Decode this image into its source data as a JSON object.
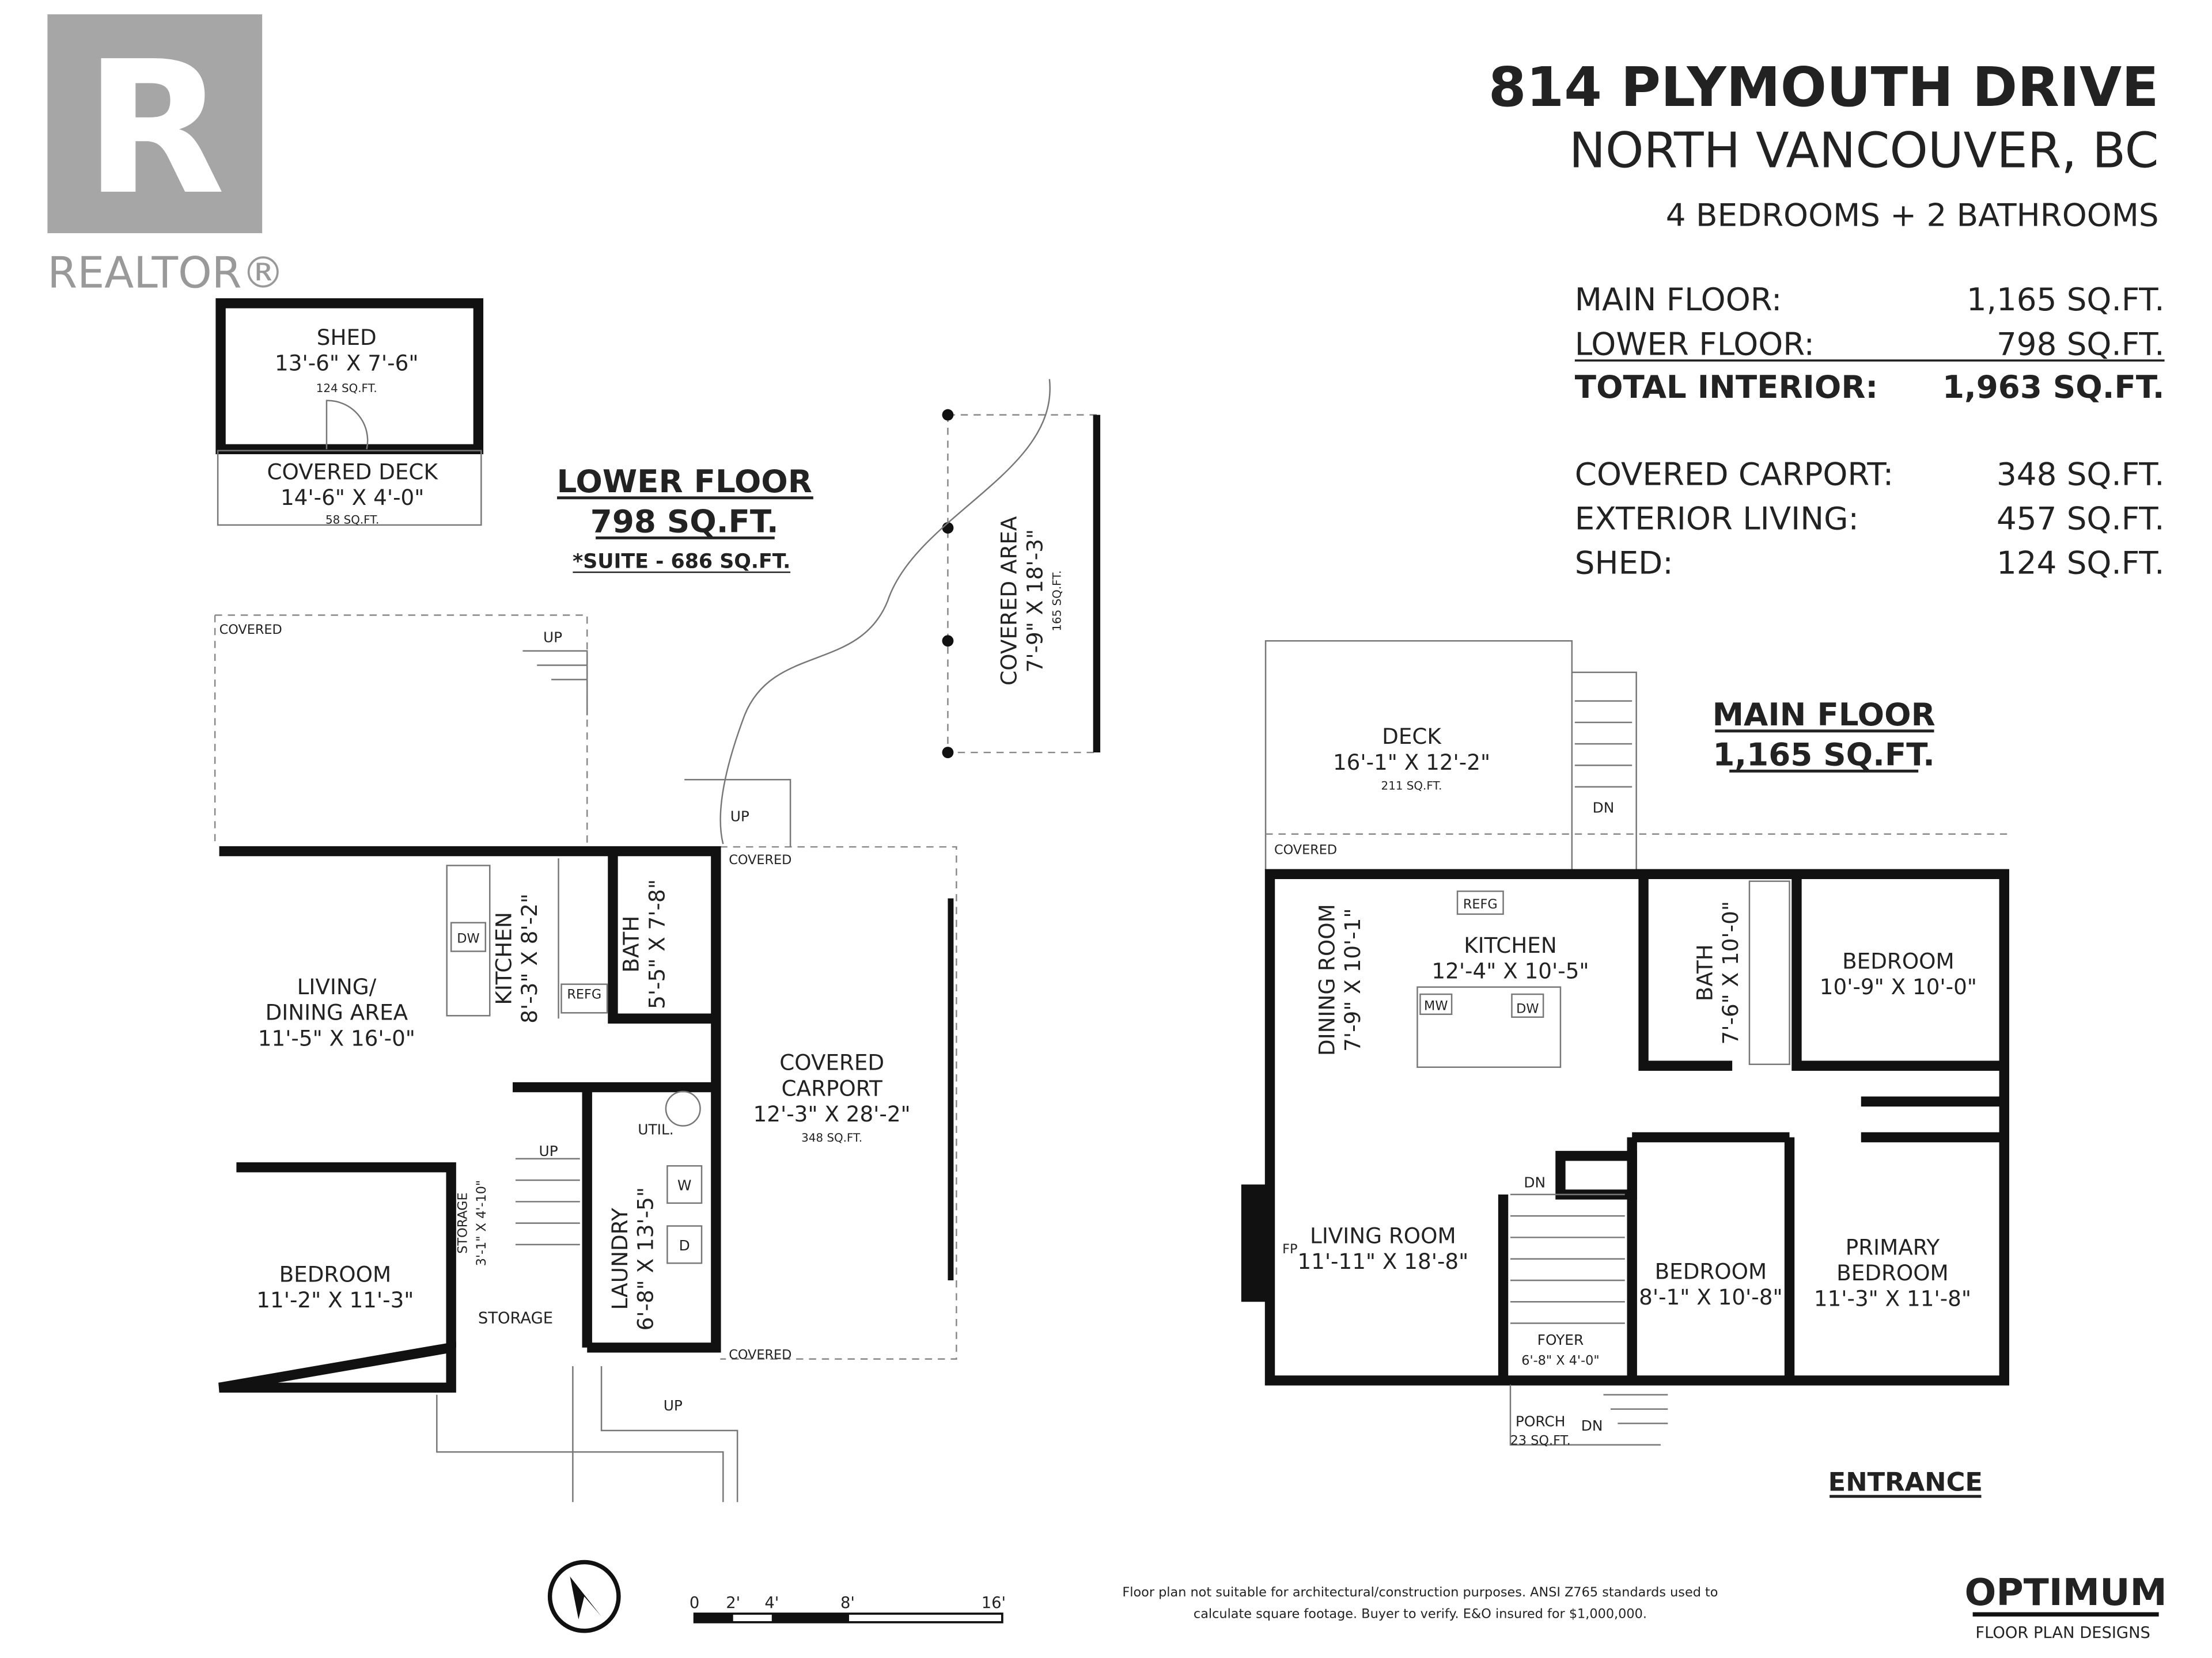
{
  "logo": {
    "brand": "REALTOR®",
    "letter": "R",
    "color": "#a6a6a6"
  },
  "header": {
    "address": "814 PLYMOUTH DRIVE",
    "city": "NORTH VANCOUVER, BC",
    "rooms": "4 BEDROOMS + 2 BATHROOMS"
  },
  "areas": [
    {
      "label": "MAIN FLOOR:",
      "value": "1,165 SQ.FT."
    },
    {
      "label": "LOWER FLOOR:",
      "value": "798 SQ.FT."
    },
    {
      "label": "TOTAL INTERIOR:",
      "value": "1,963 SQ.FT."
    },
    {
      "label": "COVERED CARPORT:",
      "value": "348 SQ.FT."
    },
    {
      "label": "EXTERIOR LIVING:",
      "value": "457 SQ.FT."
    },
    {
      "label": "SHED:",
      "value": "124 SQ.FT."
    }
  ],
  "shed": {
    "name": "SHED",
    "dims": "13'-6\" X 7'-6\"",
    "area": "124 SQ.FT.",
    "deck": "COVERED DECK",
    "deck_dims": "14'-6\" X 4'-0\"",
    "deck_area": "58 SQ.FT."
  },
  "lower": {
    "title": "LOWER FLOOR",
    "sqft": "798 SQ.FT.",
    "suite": "*SUITE - 686 SQ.FT.",
    "covered": "COVERED",
    "up": "UP",
    "living": "LIVING/",
    "living2": "DINING AREA",
    "living_dims": "11'-5\" X 16'-0\"",
    "kitchen": "KITCHEN",
    "kitchen_dims": "8'-3\" X 8'-2\"",
    "dw": "DW",
    "refg": "REFG",
    "bath": "BATH",
    "bath_dims": "5'-5\" X 7'-8\"",
    "carport": "COVERED",
    "carport2": "CARPORT",
    "carport_dims": "12'-3\" X 28'-2\"",
    "carport_area": "348 SQ.FT.",
    "bedroom": "BEDROOM",
    "bedroom_dims": "11'-2\" X 11'-3\"",
    "storage_small": "STORAGE",
    "storage_small_dims": "3'-1\" X 4'-10\"",
    "storage": "STORAGE",
    "laundry": "LAUNDRY",
    "laundry_dims": "6'-8\" X 13'-5\"",
    "util": "UTIL.",
    "w": "W",
    "d": "D",
    "covered_area": "COVERED AREA",
    "covered_area_dims": "7'-9\" X 18'-3\"",
    "covered_area_sqft": "165 SQ.FT."
  },
  "main": {
    "title": "MAIN FLOOR",
    "sqft": "1,165 SQ.FT.",
    "deck": "DECK",
    "deck_dims": "16'-1\" X 12'-2\"",
    "deck_area": "211 SQ.FT.",
    "covered": "COVERED",
    "dn": "DN",
    "dining": "DINING ROOM",
    "dining_dims": "7'-9\" X 10'-1\"",
    "kitchen": "KITCHEN",
    "kitchen_dims": "12'-4\" X 10'-5\"",
    "refg": "REFG",
    "mw": "MW",
    "dw": "DW",
    "bath": "BATH",
    "bath_dims": "7'-6\" X 10'-0\"",
    "bedroom1": "BEDROOM",
    "bedroom1_dims": "10'-9\" X 10'-0\"",
    "living": "LIVING ROOM",
    "living_dims": "11'-11\" X 18'-8\"",
    "fp": "FP",
    "bedroom2": "BEDROOM",
    "bedroom2_dims": "8'-1\" X 10'-8\"",
    "primary": "PRIMARY",
    "primary2": "BEDROOM",
    "primary_dims": "11'-3\" X 11'-8\"",
    "foyer": "FOYER",
    "foyer_dims": "6'-8\" X 4'-0\"",
    "porch": "PORCH",
    "porch_area": "23 SQ.FT.",
    "entrance": "ENTRANCE"
  },
  "scale": {
    "ticks": [
      "0",
      "2'",
      "4'",
      "8'",
      "16'"
    ]
  },
  "disclaimer": {
    "line1": "Floor plan not suitable for architectural/construction purposes. ANSI Z765 standards used to",
    "line2": "calculate square footage. Buyer to verify.  E&O insured for $1,000,000."
  },
  "brand": {
    "name": "OPTIMUM",
    "sub": "FLOOR PLAN DESIGNS"
  }
}
